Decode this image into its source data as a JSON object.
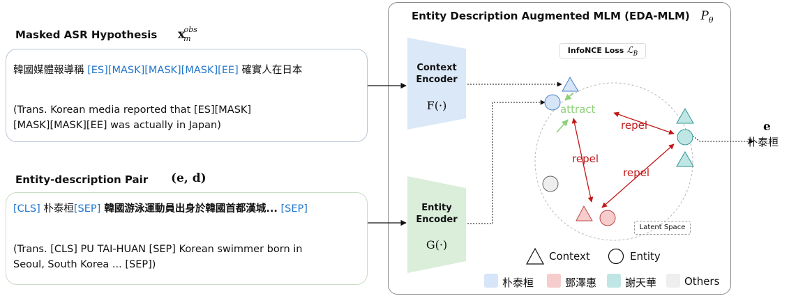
{
  "asr": {
    "heading": "Masked ASR Hypothesis",
    "symbol_base": "x",
    "symbol_sub": "m",
    "symbol_sup": "obs",
    "line1_zh_a": "韓國媒體報導稱 ",
    "line1_tokens": "[ES][MASK][MASK][MASK][EE]",
    "line1_zh_b": " 確實人在日本",
    "trans_1": "(Trans. Korean media reported that [ES][MASK]",
    "trans_2": "[MASK][MASK][EE] was actually in Japan)"
  },
  "pair": {
    "heading": "Entity-description Pair",
    "symbol": "(e, d)",
    "cls": "[CLS]",
    "entity_name": " 朴泰桓",
    "sep1": "[SEP]",
    "description": " 韓國游泳運動員出身於韓國首都漢城...",
    "sep2": " [SEP]",
    "trans_1": "(Trans.  [CLS] PU TAI-HUAN [SEP] Korean swimmer born in",
    "trans_2": "Seoul, South Korea ... [SEP])"
  },
  "panel": {
    "title": "Entity Description Augmented MLM (EDA-MLM)",
    "title_symbol_base": "P",
    "title_symbol_sub": "θ",
    "loss_label": "InfoNCE Loss ",
    "loss_symbol_base": "ℒ",
    "loss_symbol_sub": "B",
    "latent_label": "Latent Space",
    "attract": "attract",
    "repel_1": "repel",
    "repel_2": "repel",
    "repel_3": "repel"
  },
  "encoders": {
    "context_line1": "Context",
    "context_line2": "Encoder",
    "context_fn": "F(·)",
    "entity_line1": "Entity",
    "entity_line2": "Encoder",
    "entity_fn": "G(·)",
    "context_color": "#dbe8f8",
    "entity_color": "#daeeda"
  },
  "output": {
    "symbol": "e",
    "entity": "朴泰桓"
  },
  "legend": {
    "context": "Context",
    "entity": "Entity",
    "items": [
      {
        "label": "朴泰桓",
        "color": "#d6e5f7"
      },
      {
        "label": "鄧澤惠",
        "color": "#f6cccc"
      },
      {
        "label": "謝天華",
        "color": "#bfe6e4"
      },
      {
        "label": "Others",
        "color": "#eeeeee"
      }
    ]
  }
}
